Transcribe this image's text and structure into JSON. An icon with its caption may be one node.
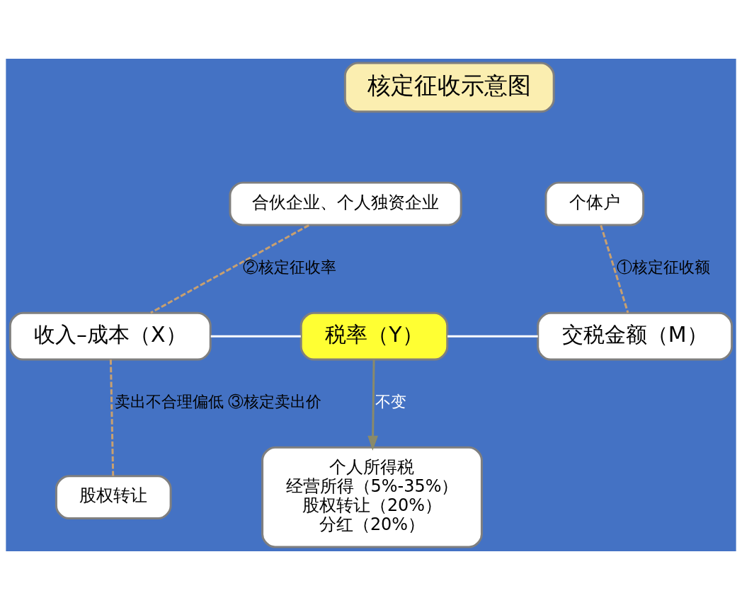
{
  "diagram": {
    "nodes": [
      {
        "text": [
          "核定征收示意图"
        ]
      },
      {
        "text": [
          "合伙企业、个人独资企业"
        ]
      },
      {
        "text": [
          "个体户"
        ]
      },
      {
        "text": [
          "收入–成本（X）"
        ]
      },
      {
        "text": [
          "税率（Y）"
        ]
      },
      {
        "text": [
          "交税金额（M）"
        ]
      },
      {
        "text": [
          "股权转让"
        ]
      },
      {
        "text": [
          "个人所得税",
          "经营所得（5%-35%）",
          "股权转让（20%）",
          "分红（20%）"
        ]
      }
    ],
    "edges": [
      {
        "from": 1,
        "to": 3,
        "arrow": "none",
        "style": "dashed",
        "label": "②核定征收率"
      },
      {
        "from": 2,
        "to": 5,
        "arrow": "none",
        "style": "dashed",
        "label": "①核定征收额"
      },
      {
        "from": 3,
        "to": 4,
        "arrow": "none",
        "color": "#ffffff"
      },
      {
        "from": 4,
        "to": 5,
        "arrow": "none",
        "color": "#ffffff"
      },
      {
        "from": 3,
        "to": 6,
        "arrow": "none",
        "style": "dashed",
        "label": "卖出不合理偏低 ③核定卖出价"
      },
      {
        "from": 4,
        "to": 7,
        "arrow": "to",
        "color": "#8a8a6a",
        "label": "不变"
      }
    ]
  }
}
